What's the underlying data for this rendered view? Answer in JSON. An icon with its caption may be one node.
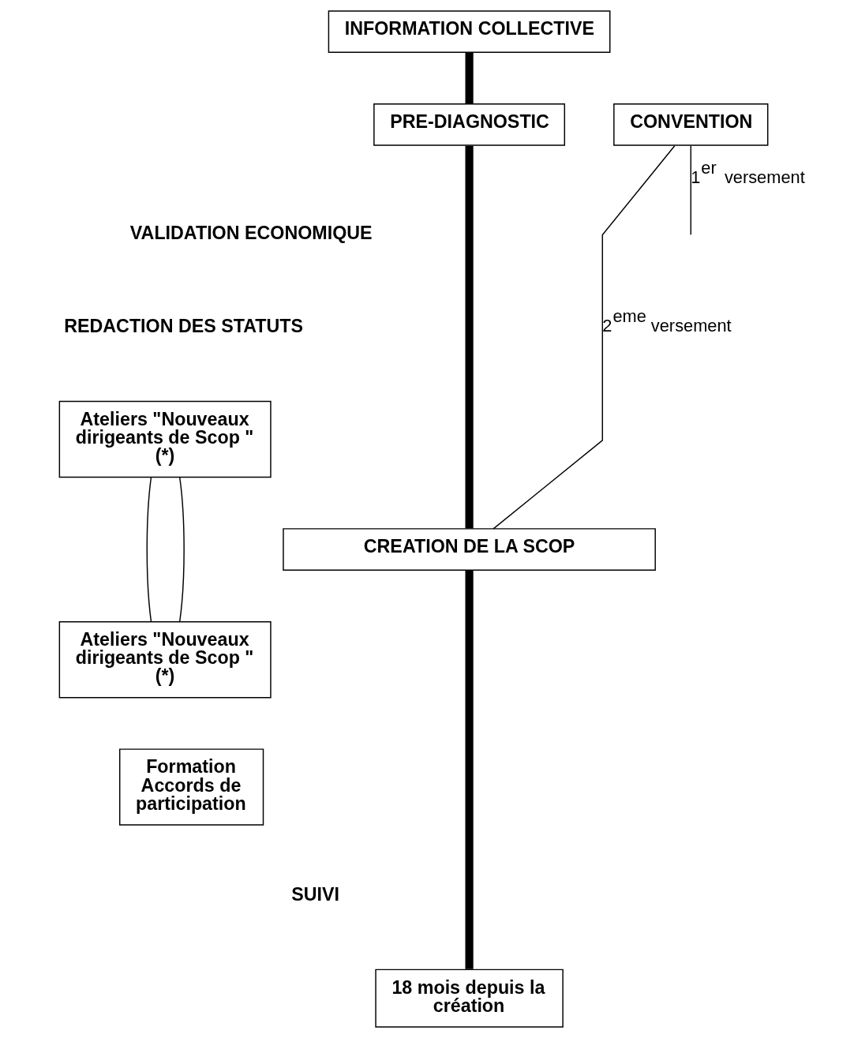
{
  "diagram": {
    "nodes": [
      {
        "text": [
          "INFORMATION COLLECTIVE"
        ]
      },
      {
        "text": [
          "PRE-DIAGNOSTIC"
        ]
      },
      {
        "text": [
          "CONVENTION"
        ]
      },
      {
        "text": [
          "Ateliers \"Nouveaux dirigeants de Scop \" (*)"
        ]
      },
      {
        "text": [
          "CREATION DE LA SCOP"
        ]
      },
      {
        "text": [
          "Ateliers \"Nouveaux dirigeants de Scop \" (*)"
        ]
      },
      {
        "text": [
          "Formation Accords de participation"
        ]
      },
      {
        "text": [
          "18 mois depuis la création"
        ]
      }
    ],
    "edges": [
      {
        "from": 0,
        "to": 1,
        "arrow": "none",
        "style": "thick"
      },
      {
        "from": 1,
        "to": 4,
        "arrow": "none",
        "style": "thick"
      },
      {
        "from": 4,
        "to": 7,
        "arrow": "none",
        "style": "thick"
      },
      {
        "from": 2,
        "to": null,
        "arrow": "none",
        "label": "1$^{er}$ versement"
      },
      {
        "from": 2,
        "to": 4,
        "arrow": "none",
        "label": "2$^{eme}$ versement"
      },
      {
        "from": 3,
        "to": 5,
        "arrow": "none"
      },
      {
        "from": 3,
        "to": 5,
        "arrow": "none"
      }
    ],
    "labels": [
      "VALIDATION ECONOMIQUE",
      "REDACTION DES STATUTS",
      "SUIVI"
    ]
  }
}
